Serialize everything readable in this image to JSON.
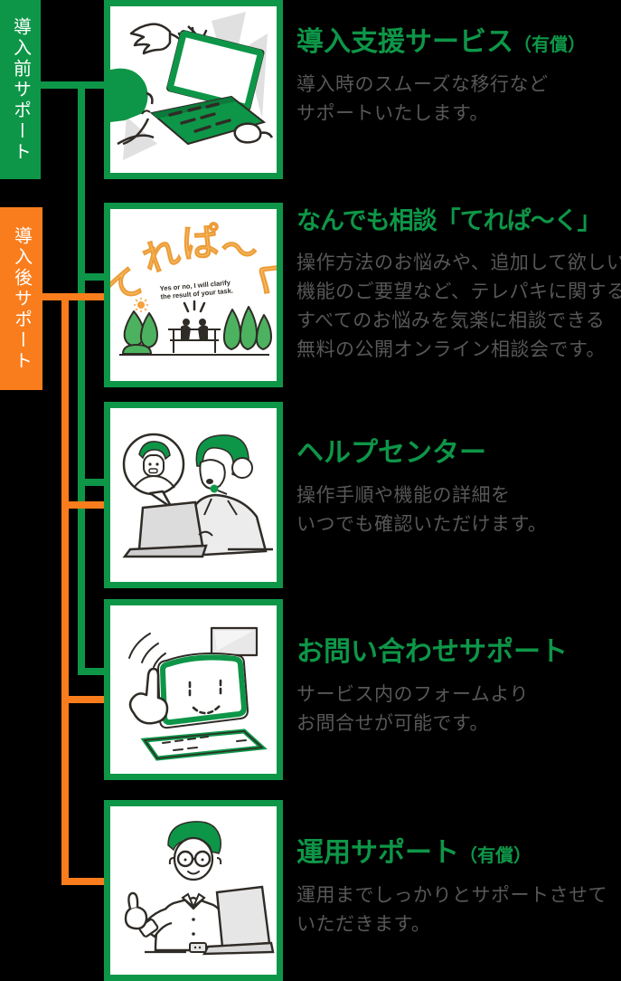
{
  "colors": {
    "green": "#0e9648",
    "orange": "#f97d1c",
    "body_text_gray": "#595757",
    "card_background": "#ffffff",
    "page_background": "#000000",
    "logo_orange": "#f8ba62",
    "tree_green": "#4cb25f",
    "outline_dark": "#2f2b26"
  },
  "rails": [
    {
      "label": "導入前サポート",
      "color": "#0e9648",
      "connects_to_items": [
        0,
        1,
        2,
        3
      ]
    },
    {
      "label": "導入後サポート",
      "color": "#f97d1c",
      "connects_to_items": [
        1,
        2,
        3,
        4
      ]
    }
  ],
  "items": [
    {
      "title": "導入支援サービス",
      "title_suffix": "（有償）",
      "body": [
        "導入時のスムーズな移行など",
        "サポートいたします。"
      ],
      "illustration": "person-presenting-laptop"
    },
    {
      "title": "なんでも相談「てれぱ〜く」",
      "title_suffix": "",
      "body": [
        "操作方法のお悩みや、追加して欲しい",
        "機能のご要望など、テレパキに関する",
        "すべてのお悩みを気楽に相談できる",
        "無料の公開オンライン相談会です。"
      ],
      "illustration": "terepaku-logo-park-scene",
      "logo": {
        "chars": [
          "て",
          "れ",
          "ぱ",
          "〜",
          "く"
        ],
        "subtext": [
          "Yes or no, I will clarify",
          "the result of your task."
        ]
      }
    },
    {
      "title": "ヘルプセンター",
      "title_suffix": "",
      "body": [
        "操作手順や機能の詳細を",
        "いつでも確認いただけます。"
      ],
      "illustration": "support-operator-with-headset"
    },
    {
      "title": "お問い合わせサポート",
      "title_suffix": "",
      "body": [
        "サービス内のフォームより",
        "お問合せが可能です。"
      ],
      "illustration": "smiling-computer-speech-bubble"
    },
    {
      "title": "運用サポート",
      "title_suffix": "（有償）",
      "body": [
        "運用までしっかりとサポートさせて",
        "いただきます。"
      ],
      "illustration": "person-thumbs-up-with-laptop"
    }
  ]
}
